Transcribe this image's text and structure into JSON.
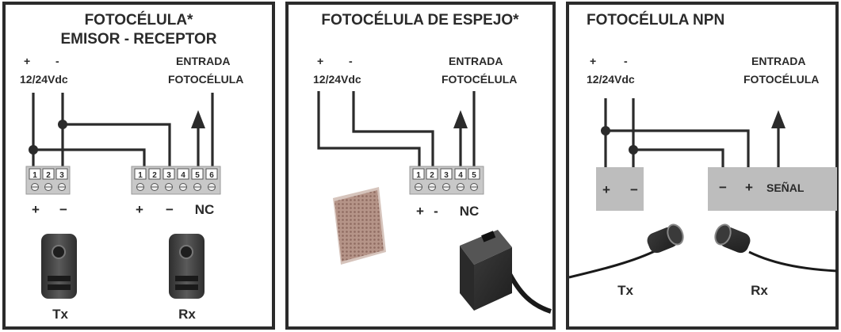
{
  "panel1": {
    "title_line1": "FOTOCÉLULA*",
    "title_line2": "EMISOR - RECEPTOR",
    "plus": "+",
    "minus": "-",
    "voltage": "12/24Vdc",
    "input_line1": "ENTRADA",
    "input_line2": "FOTOCÉLULA",
    "tx_terminals": [
      "1",
      "2",
      "3"
    ],
    "rx_terminals": [
      "1",
      "2",
      "3",
      "4",
      "5",
      "6"
    ],
    "tx_plus": "+",
    "tx_minus": "−",
    "rx_plus": "+",
    "rx_minus": "−",
    "rx_nc": "NC",
    "tx_label": "Tx",
    "rx_label": "Rx"
  },
  "panel2": {
    "title": "FOTOCÉLULA DE ESPEJO*",
    "plus": "+",
    "minus": "-",
    "voltage": "12/24Vdc",
    "input_line1": "ENTRADA",
    "input_line2": "FOTOCÉLULA",
    "terminals": [
      "1",
      "2",
      "3",
      "4",
      "5"
    ],
    "term_plus": "+",
    "term_minus": "-",
    "term_nc": "NC"
  },
  "panel3": {
    "title": "FOTOCÉLULA NPN",
    "plus": "+",
    "minus": "-",
    "voltage": "12/24Vdc",
    "input_line1": "ENTRADA",
    "input_line2": "FOTOCÉLULA",
    "box1_plus": "+",
    "box1_minus": "−",
    "box2_minus": "−",
    "box2_plus": "+",
    "box2_signal": "SEÑAL",
    "tx_label": "Tx",
    "rx_label": "Rx"
  },
  "colors": {
    "border": "#2b2b2b",
    "terminal_block": "#c8c8c8",
    "grey_box": "#bdbdbd",
    "sensor_body": "#4a4a4a",
    "reflector": "#b08c80"
  }
}
